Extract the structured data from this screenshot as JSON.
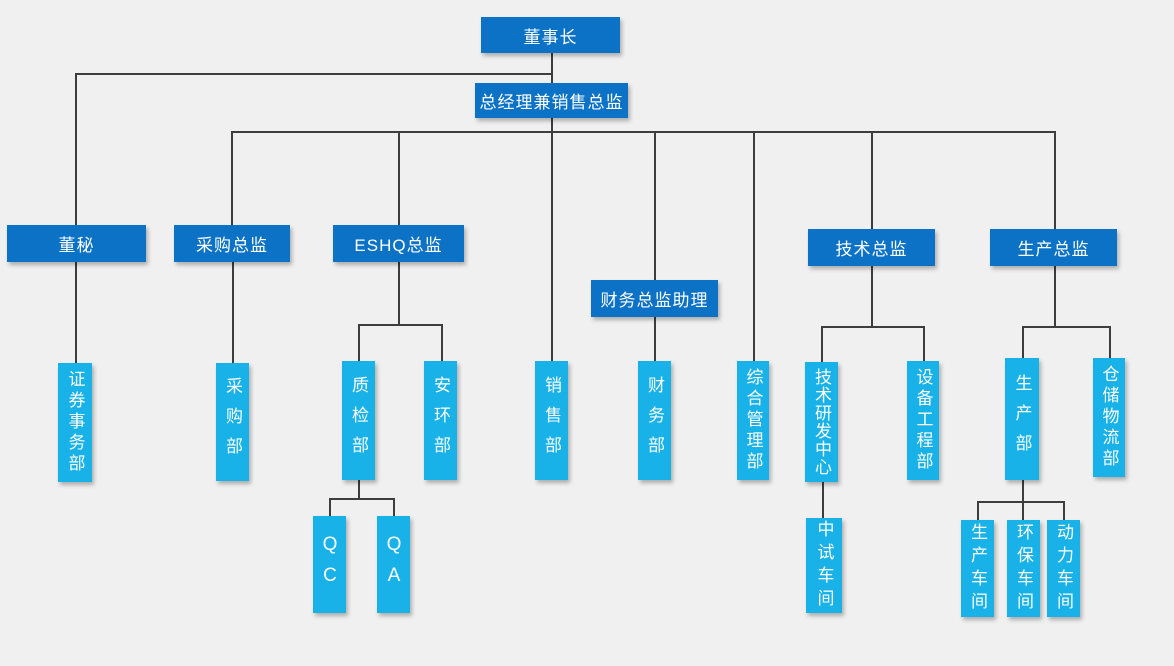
{
  "org_chart": {
    "background_color": "#f0f0f1",
    "colors": {
      "executive_box": "#0b72c6",
      "department_box": "#18b2e8",
      "text": "#ffffff",
      "connector": "#3d3d3d"
    },
    "nodes": {
      "chairman": "董事长",
      "general_manager": "总经理兼销售总监",
      "board_secretary": "董秘",
      "procurement_director": "采购总监",
      "eshq_director": "ESHQ总监",
      "finance_director_assistant": "财务总监助理",
      "technical_director": "技术总监",
      "production_director": "生产总监",
      "securities_affairs_dept": "证券事务部",
      "procurement_dept": "采购部",
      "quality_inspection_dept": "质检部",
      "safety_environment_dept": "安环部",
      "sales_dept": "销售部",
      "finance_dept": "财务部",
      "general_management_dept": "综合管理部",
      "tech_rd_center": "技术研发中心",
      "equipment_engineering_dept": "设备工程部",
      "production_dept": "生产部",
      "warehouse_logistics_dept": "仓储物流部",
      "qc": "QC",
      "qa": "QA",
      "pilot_workshop": "中试车间",
      "production_workshop": "生产车间",
      "environmental_workshop": "环保车间",
      "power_workshop": "动力车间"
    }
  }
}
